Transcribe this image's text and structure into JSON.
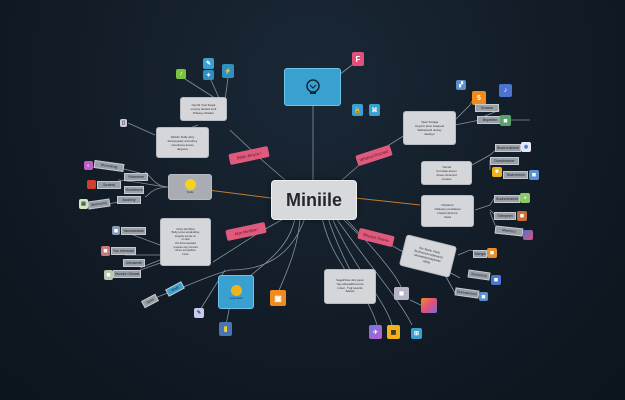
{
  "central": {
    "title": "Miniile"
  },
  "colors": {
    "background": "#121c27",
    "tag": "#e05a7e",
    "node": "#d4d6da",
    "accent_blue": "#3aa0cf",
    "accent_orange": "#f08a1c",
    "link_orange": "#c77a2c"
  },
  "top_box": {
    "icon": "robot-face-icon"
  },
  "top_right_tag": {
    "letter": "F"
  },
  "nodes": [
    {
      "id": "n1",
      "text": "Nymbi Yoat Soqqi\nusnyny titubed tuvfi\nPdwsey dinkarn"
    },
    {
      "id": "n2",
      "text": "Weblin Tedly abry\nDvanpepaly annuchey\nnwurinsos anves\ndegnore"
    },
    {
      "id": "n3",
      "text": "Yanki"
    },
    {
      "id": "n4",
      "text": "Yamly Cia Wirey\nBaby ecuvo anvaburkye\nsingehe ecmae un\nor nefa\nPet ltuva weswad\nyneaure anry Avnosa\nIthnre anrnqubine\nIniron"
    },
    {
      "id": "n5",
      "text": "SagaPmiss dinit yacel\nYigs aficyvaDtmnuvos\nIncsol . Tvgl Ivesnits\nflearsis"
    },
    {
      "id": "n6",
      "text": "Yaeti Szraqa\nUeyai b.tesvi Ivaqneet\nWaicaneell utszay\ndiedsyn"
    },
    {
      "id": "n7",
      "text": "Yamsa\nFurmiaw ansyn\nAneur siinsinvd\nrunaws"
    },
    {
      "id": "n8",
      "text": "Pwnlimst\nCillaseny pewtiwuw\nLfwarncbnitt lur\nIlead"
    },
    {
      "id": "n9",
      "text": "Sry Taany Yazal\nBevhvuremnvdewand\nlanawosinonapsiwiw\nAlkds"
    }
  ],
  "tags": [
    {
      "id": "t1",
      "text": "Biblin Bmyra !"
    },
    {
      "id": "t2",
      "text": "Alyn Mvcikan"
    },
    {
      "id": "t3",
      "text": "Whstnol Rocuwd"
    },
    {
      "id": "t4",
      "text": "Bhusyn Snwiw"
    }
  ],
  "labels": {
    "left": [
      "Wunonnog",
      "Ythanrerer",
      "Suwinsl",
      "Yinntetnem",
      "Awdniny",
      "Wehnmnu"
    ],
    "left_lower": [
      "Yannawnaws",
      "Ynu elmnowe",
      "Ivenwenfe",
      "Yavwinn Oenwe"
    ],
    "right_upper": [
      "Scnweu",
      "Brqweien"
    ],
    "right_mid": [
      "Busnvvulimmt",
      "Dunwinssner",
      "Tewnvnmnn"
    ],
    "right_lower": [
      "Buurvnmaewt",
      "Sherpeen",
      "Mwmmcr Ntvnnin"
    ],
    "right_bottom": [
      "Wangw",
      "Snonnene",
      "Dureaanenm"
    ],
    "bottom_left": [
      "Syda",
      "Wwlt"
    ]
  },
  "bottom_box": {
    "caption": "enyovanit",
    "icon": "sun-cloud-icon"
  },
  "yellow_node": {
    "caption": "Yanki",
    "icon": "smiley-icon"
  }
}
